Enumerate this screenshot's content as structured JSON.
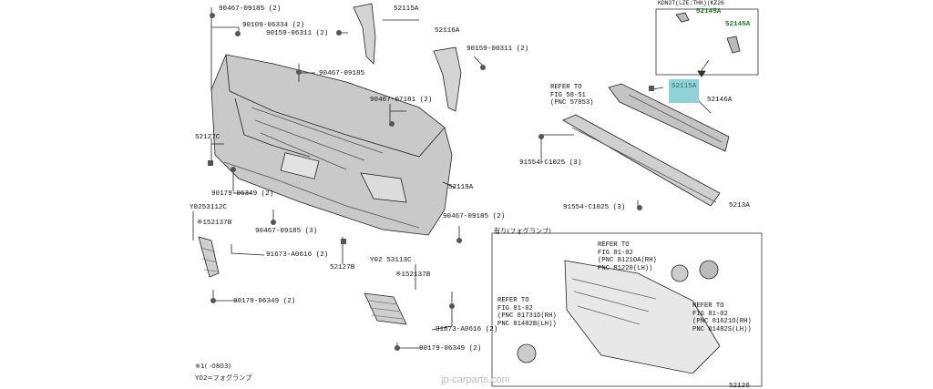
{
  "parts": {
    "p90467_09185_top": "90467-09185 (2)",
    "p90109_06334": "90109-06334 (2)",
    "p90159_06311": "90159-06311 (2)",
    "p52115A_top": "52115A",
    "p52116A": "52116A",
    "p90159_00311": "90159-00311 (2)",
    "p90467_09185_mid": "90467-09185",
    "p90467_07181": "90467-07181 (2)",
    "p52127C": "52127C",
    "p52119A": "52119A",
    "p90179_06349_a": "90179-06349 (2)",
    "p90467_09185_b": "90467-09185 (3)",
    "pY0253112C": "Y0253112C",
    "p52137B_a": "※152137B",
    "p91673_A0616_a": "91673-A0616 (2)",
    "p52127B": "52127B",
    "p90179_06349_b": "90179-06349 (2)",
    "pY02_53113C": "Y02 53113C",
    "p52137B_b": "※152137B",
    "p90467_09185_c": "90467-09185 (2)",
    "p91673_A0616_b": "91673-A0616 (2)",
    "p90179_06349_c": "90179-06349 (2)",
    "p52145A_a": "52145A",
    "p52145A_b": "52145A",
    "p52115A_hl": "52115A",
    "p52146A": "52146A",
    "p91554_C1025_a": "91554-C1025 (3)",
    "p91554_C1025_b": "91554-C1025 (3)",
    "p5213A": "5213A",
    "p52126": "52126"
  },
  "refs": {
    "r1": [
      "REFER TO",
      "FIG 58-51",
      "(PNC 57053)"
    ],
    "r2": [
      "REFER TO",
      "FIG 81-02",
      "(PNC 81210A(RH)",
      " PNC 81220(LH))"
    ],
    "r3": [
      "REFER TO",
      "FIG 81-02",
      "(PNC 81731D(RH)",
      " PNC 81482B(LH))"
    ],
    "r4": [
      "REFER TO",
      "FIG 81-02",
      "(PNC 81621O(RH)",
      " PNC 81482S(LH))"
    ]
  },
  "inset_top_text": "KDN2T(LZE:THK)(KZ26",
  "fog_box_title": "有り(フォグランプ)",
  "notes": {
    "note1": "※1(     -0803)",
    "note2": "Y02=フォグランプ"
  },
  "watermark": "jp-carparts.com",
  "colors": {
    "highlight": "#8fd3d6",
    "green": "#1f7a1f",
    "bumper_fill": "#c9c9c9",
    "line": "#222222"
  }
}
